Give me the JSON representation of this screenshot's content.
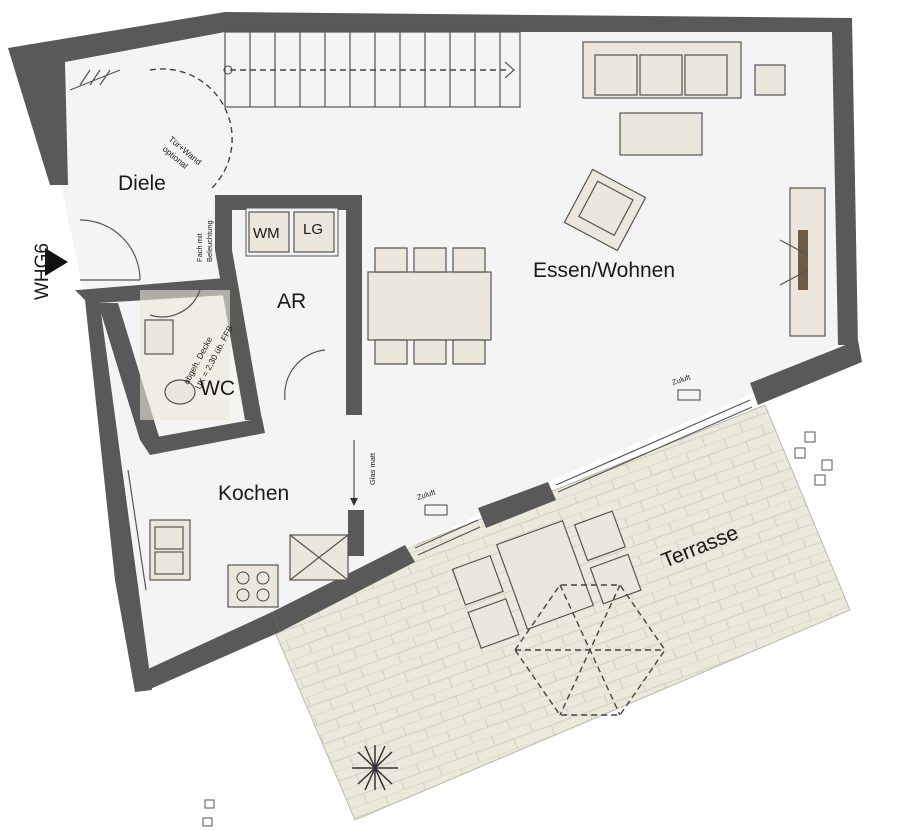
{
  "rooms": {
    "diele": "Diele",
    "ar": "AR",
    "wc": "WC",
    "kochen": "Kochen",
    "essen_wohnen": "Essen/Wohnen",
    "terrasse": "Terrasse"
  },
  "unit_label": "WHG6",
  "appliances": {
    "wm": "WM",
    "lg": "LG"
  },
  "annotations": {
    "tuer_wand_1": "Tür+Wand",
    "tuer_wand_2": "optional",
    "fach_1": "Fach mit",
    "fach_2": "Beleuchtung",
    "decke_1": "abgeh. Decke",
    "decke_2": "UK = 2,30 üb. FFB",
    "glas_matt": "Glas matt",
    "zuluft_1": "Zuluft",
    "zuluft_2": "Zuluft"
  },
  "colors": {
    "wall": "#595959",
    "floor": "#f4f4f4",
    "furniture": "#ece7dc",
    "terrace": "#ebe8dc"
  }
}
